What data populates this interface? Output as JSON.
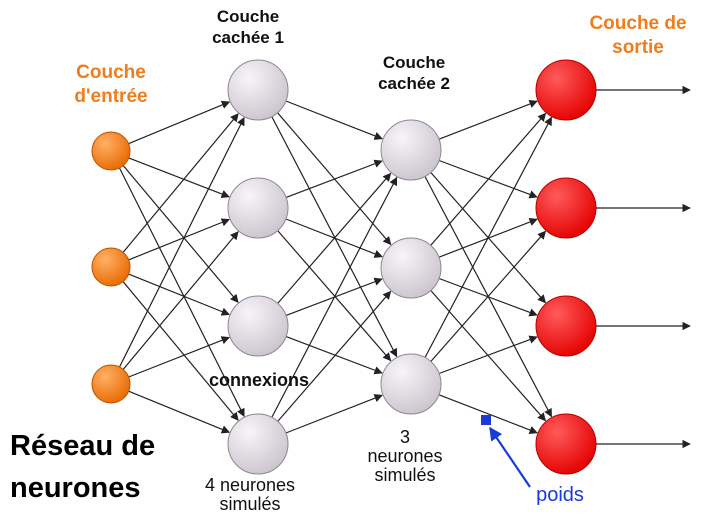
{
  "title": {
    "line1": "Réseau de",
    "line2": "neurones"
  },
  "layers": [
    {
      "id": "input",
      "label_lines": [
        "Couche",
        "d'entrée"
      ],
      "node_count": 3,
      "node_color": "#f47c0e",
      "footer_lines": []
    },
    {
      "id": "hidden1",
      "label_lines": [
        "Couche",
        "cachée 1"
      ],
      "node_count": 4,
      "node_color": "#e2dde4",
      "footer_lines": [
        "4 neurones",
        "simulés"
      ]
    },
    {
      "id": "hidden2",
      "label_lines": [
        "Couche",
        "cachée 2"
      ],
      "node_count": 3,
      "node_color": "#e2dde4",
      "footer_lines": [
        "3",
        "neurones",
        "simulés"
      ]
    },
    {
      "id": "output",
      "label_lines": [
        "Couche de",
        "sortie"
      ],
      "node_count": 4,
      "node_color": "#ff1a1a",
      "footer_lines": []
    }
  ],
  "annotations": {
    "connections": "connexions",
    "weight": "poids"
  },
  "colors": {
    "edge": "#222222",
    "weight_marker": "#1a3bd6",
    "input_label": "#f07c1c",
    "output_label": "#f07c1c"
  }
}
